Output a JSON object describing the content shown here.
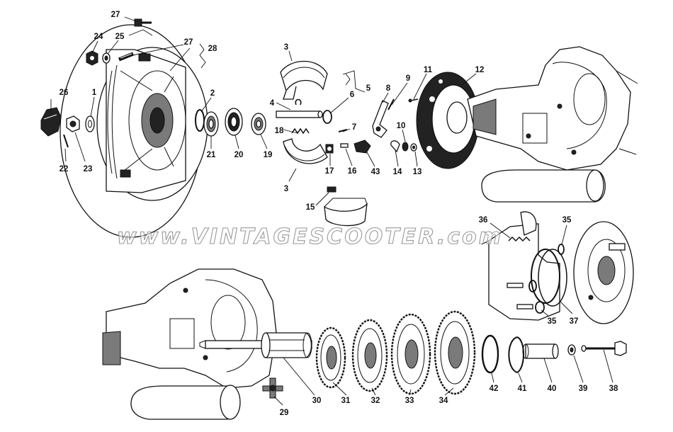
{
  "watermark": "www.VINTAGESCOOTER.com",
  "callouts": [
    {
      "id": "c1",
      "label": "1"
    },
    {
      "id": "c2",
      "label": "2"
    },
    {
      "id": "c3a",
      "label": "3"
    },
    {
      "id": "c3b",
      "label": "3"
    },
    {
      "id": "c4",
      "label": "4"
    },
    {
      "id": "c5",
      "label": "5"
    },
    {
      "id": "c6",
      "label": "6"
    },
    {
      "id": "c7",
      "label": "7"
    },
    {
      "id": "c8",
      "label": "8"
    },
    {
      "id": "c9",
      "label": "9"
    },
    {
      "id": "c10",
      "label": "10"
    },
    {
      "id": "c11",
      "label": "11"
    },
    {
      "id": "c12",
      "label": "12"
    },
    {
      "id": "c13",
      "label": "13"
    },
    {
      "id": "c14",
      "label": "14"
    },
    {
      "id": "c15",
      "label": "15"
    },
    {
      "id": "c16",
      "label": "16"
    },
    {
      "id": "c17",
      "label": "17"
    },
    {
      "id": "c18",
      "label": "18"
    },
    {
      "id": "c19",
      "label": "19"
    },
    {
      "id": "c20",
      "label": "20"
    },
    {
      "id": "c21",
      "label": "21"
    },
    {
      "id": "c22",
      "label": "22"
    },
    {
      "id": "c23",
      "label": "23"
    },
    {
      "id": "c24",
      "label": "24"
    },
    {
      "id": "c25",
      "label": "25"
    },
    {
      "id": "c26",
      "label": "26"
    },
    {
      "id": "c27a",
      "label": "27"
    },
    {
      "id": "c27b",
      "label": "27"
    },
    {
      "id": "c28",
      "label": "28"
    },
    {
      "id": "c29",
      "label": "29"
    },
    {
      "id": "c30",
      "label": "30"
    },
    {
      "id": "c31",
      "label": "31"
    },
    {
      "id": "c32",
      "label": "32"
    },
    {
      "id": "c33",
      "label": "33"
    },
    {
      "id": "c34",
      "label": "34"
    },
    {
      "id": "c35a",
      "label": "35"
    },
    {
      "id": "c35b",
      "label": "35"
    },
    {
      "id": "c36",
      "label": "36"
    },
    {
      "id": "c37",
      "label": "37"
    },
    {
      "id": "c38",
      "label": "38"
    },
    {
      "id": "c39",
      "label": "39"
    },
    {
      "id": "c40",
      "label": "40"
    },
    {
      "id": "c41",
      "label": "41"
    },
    {
      "id": "c42",
      "label": "42"
    },
    {
      "id": "c43",
      "label": "43"
    }
  ]
}
